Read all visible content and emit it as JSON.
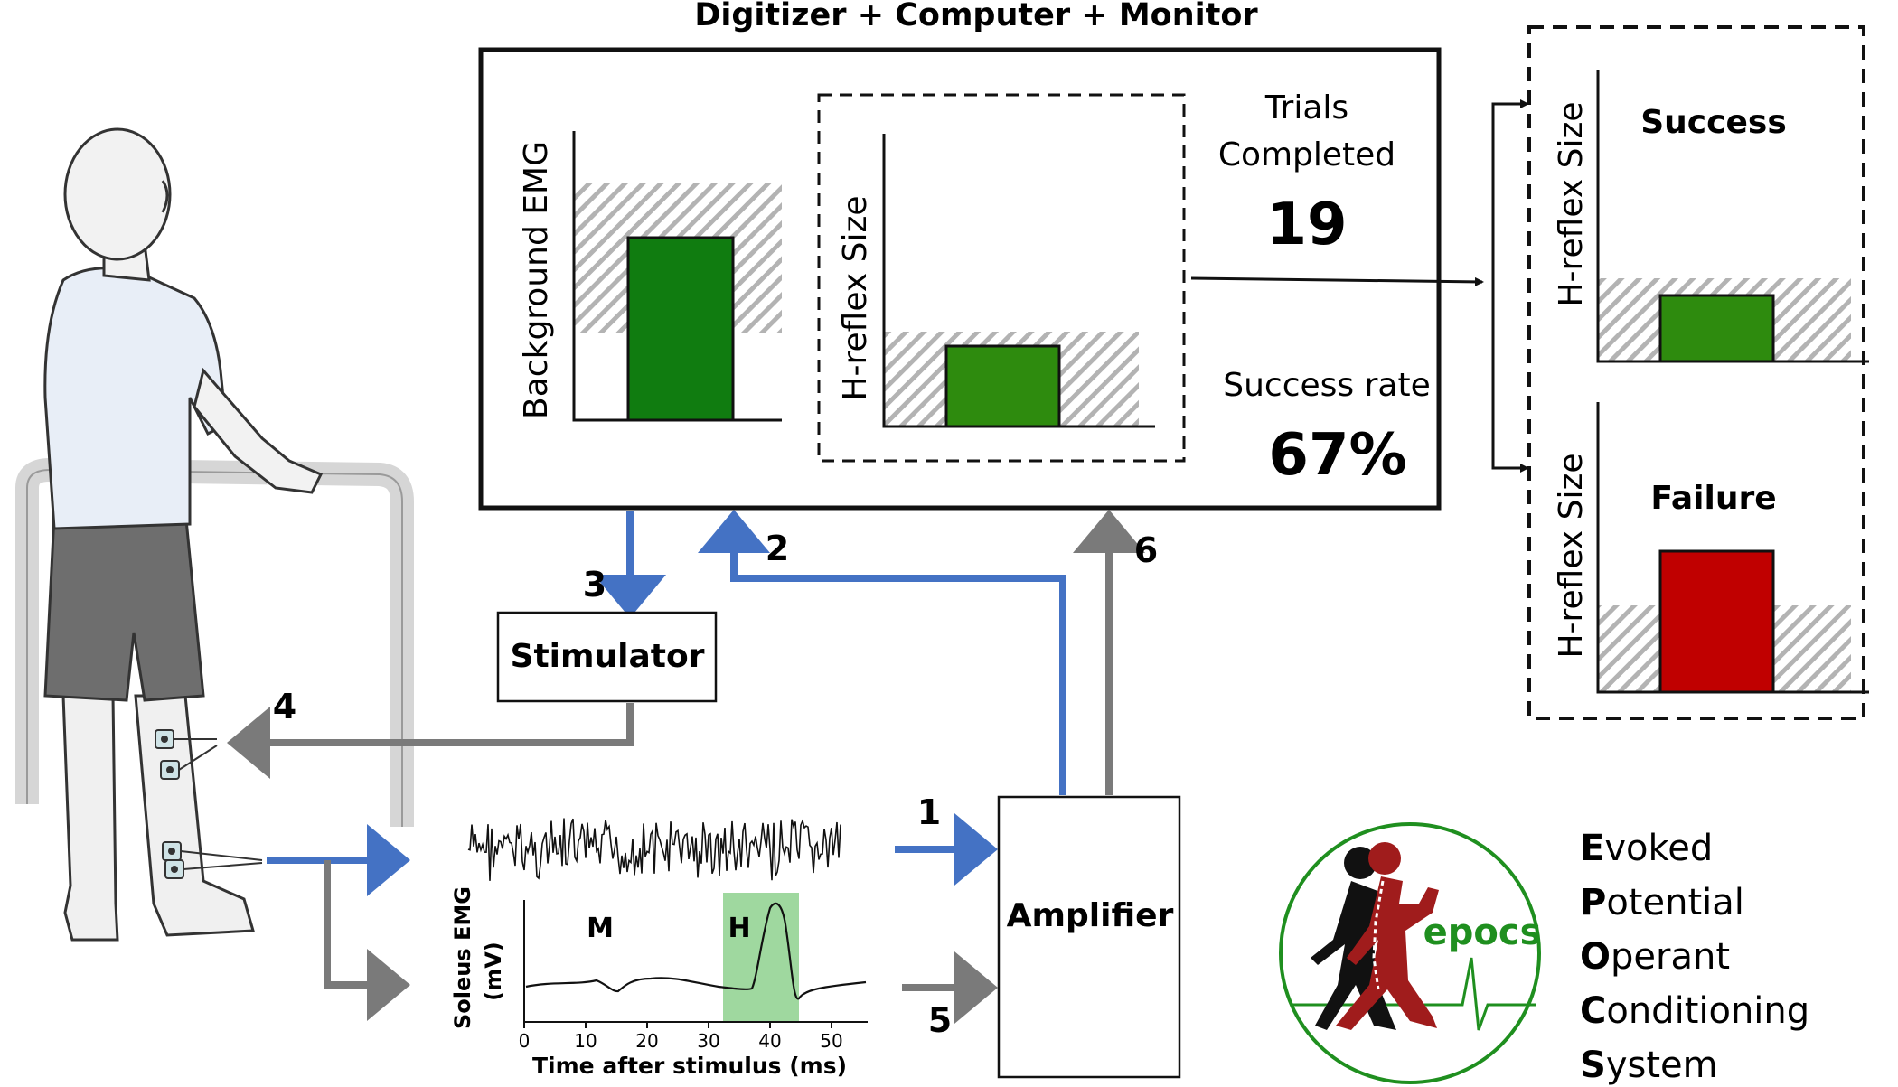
{
  "top_panel": {
    "title": "Digitizer + Computer + Monitor",
    "background_emg_label": "Background EMG",
    "hreflex_label": "H-reflex Size",
    "trials_label_1": "Trials",
    "trials_label_2": "Completed",
    "trials_value": "19",
    "success_rate_label": "Success rate",
    "success_rate_value": "67%"
  },
  "outcomes": {
    "success_axis_label": "H-reflex Size",
    "success_title": "Success",
    "failure_axis_label": "H-reflex Size",
    "failure_title": "Failure"
  },
  "boxes": {
    "stimulator": "Stimulator",
    "amplifier": "Amplifier"
  },
  "steps": {
    "s1": "1",
    "s2": "2",
    "s3": "3",
    "s4": "4",
    "s5": "5",
    "s6": "6"
  },
  "emg_plot": {
    "ylabel_1": "Soleus EMG",
    "ylabel_2": "(mV)",
    "xlabel": "Time after stimulus (ms)",
    "m_label": "M",
    "h_label": "H",
    "ticks": [
      "0",
      "10",
      "20",
      "30",
      "40",
      "50"
    ]
  },
  "logo": {
    "name": "epocs"
  },
  "acronym": {
    "lines": [
      {
        "initial": "E",
        "rest": "voked"
      },
      {
        "initial": "P",
        "rest": "otential"
      },
      {
        "initial": "O",
        "rest": "perant"
      },
      {
        "initial": "C",
        "rest": "onditioning"
      },
      {
        "initial": "S",
        "rest": "ystem"
      }
    ]
  },
  "colors": {
    "blue_arrow": "#4472c4",
    "gray_arrow": "#7a7a7a",
    "green_bar": "#107c10",
    "green_bar_2": "#2e8b0e",
    "red_bar": "#c00000",
    "highlight_green": "#9fd89f",
    "logo_green": "#1f8f1f",
    "logo_red": "#a01c1c"
  }
}
